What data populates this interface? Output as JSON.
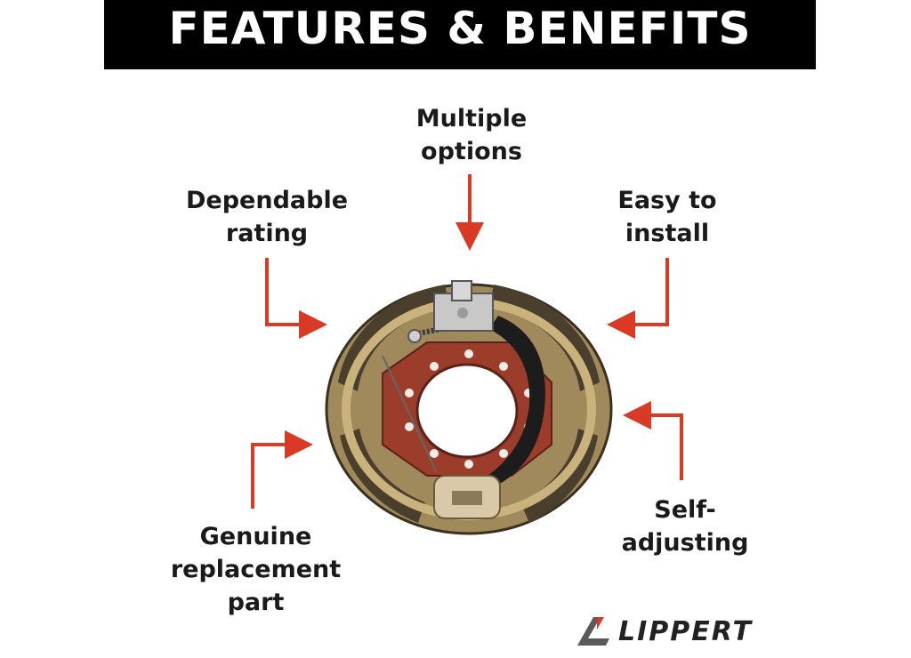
{
  "header": {
    "title": "FEATURES & BENEFITS"
  },
  "features": [
    {
      "id": "multiple",
      "text": "Multiple\noptions"
    },
    {
      "id": "dependable",
      "text": "Dependable\nrating"
    },
    {
      "id": "easy",
      "text": "Easy to\ninstall"
    },
    {
      "id": "genuine",
      "text": "Genuine\nreplacement\npart"
    },
    {
      "id": "self",
      "text": "Self-\nadjusting"
    }
  ],
  "brand": {
    "name": "LIPPERT",
    "accent": "#d93a26",
    "icon": "lippert-logo-icon"
  },
  "colors": {
    "arrow": "#d93a26",
    "banner": "#000000",
    "brake_red": "#9c3d2b",
    "brass": "#b8a070"
  }
}
